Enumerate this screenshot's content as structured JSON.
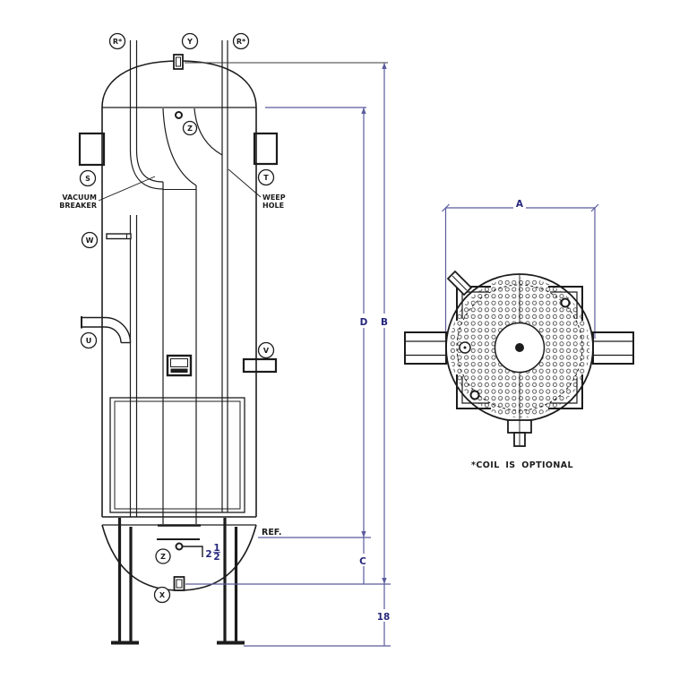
{
  "drawing": {
    "type": "pressure-vessel engineering drawing, elevation and plan views",
    "note": "*COIL IS OPTIONAL"
  },
  "callouts": {
    "r_left": "R*",
    "y_top": "Y",
    "r_right": "R*",
    "z_top": "Z",
    "s_left": "S",
    "t_right": "T",
    "w_left": "W",
    "u_left": "U",
    "v_right": "V",
    "z_bottom": "Z",
    "x_bottom": "X"
  },
  "annotations": {
    "vacuum_breaker_line1": "VACUUM",
    "vacuum_breaker_line2": "BREAKER",
    "weep_hole_line1": "WEEP",
    "weep_hole_line2": "HOLE",
    "ref": "REF.",
    "coil_note": "*COIL IS OPTIONAL"
  },
  "dimensions": {
    "a": "A",
    "b": "B",
    "c": "C",
    "d": "D",
    "leg_height": "18",
    "bottom_offset_whole": "2",
    "bottom_offset_numerator": "1",
    "bottom_offset_denominator": "2"
  },
  "colors": {
    "line": "#1c1c1c",
    "dimension_line": "#5b5b9e",
    "dimension_text": "#26267c"
  }
}
